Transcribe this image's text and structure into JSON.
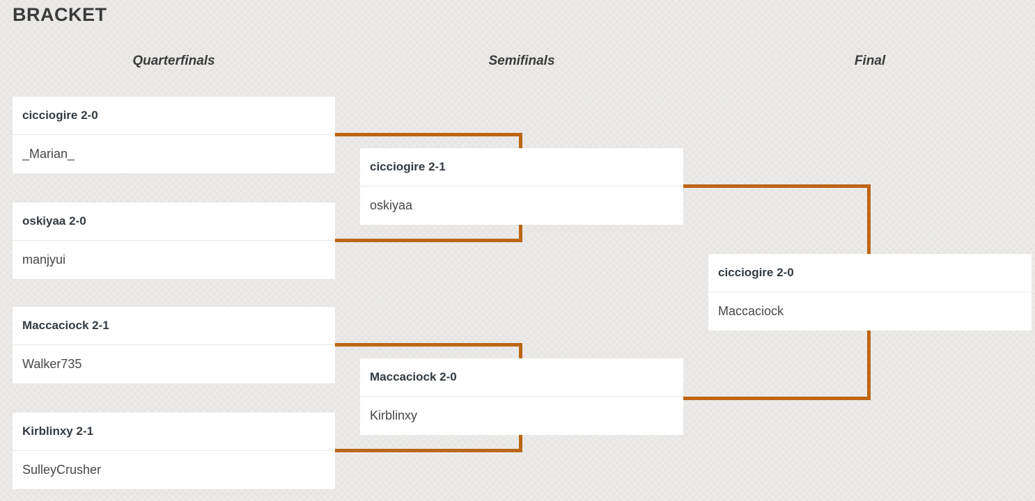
{
  "title": "BRACKET",
  "colors": {
    "accent": "#bd6512",
    "background": "#ecebe9",
    "box": "#ffffff",
    "winner_text": "#333b42",
    "loser_text": "#474747",
    "heading_text": "#3b3b3b",
    "divider": "#e8e8e6"
  },
  "bracket": {
    "rounds": [
      {
        "label": "Quarterfinals",
        "matches": [
          {
            "top": "cicciogire 2-0",
            "bottom": "_Marian_"
          },
          {
            "top": "oskiyaa 2-0",
            "bottom": "manjyui"
          },
          {
            "top": "Maccaciock 2-1",
            "bottom": "Walker735"
          },
          {
            "top": "Kirblinxy 2-1",
            "bottom": "SulleyCrusher"
          }
        ]
      },
      {
        "label": "Semifinals",
        "matches": [
          {
            "top": "cicciogire 2-1",
            "bottom": "oskiyaa"
          },
          {
            "top": "Maccaciock 2-0",
            "bottom": "Kirblinxy"
          }
        ]
      },
      {
        "label": "Final",
        "matches": [
          {
            "top": "cicciogire 2-0",
            "bottom": "Maccaciock"
          }
        ]
      }
    ]
  }
}
